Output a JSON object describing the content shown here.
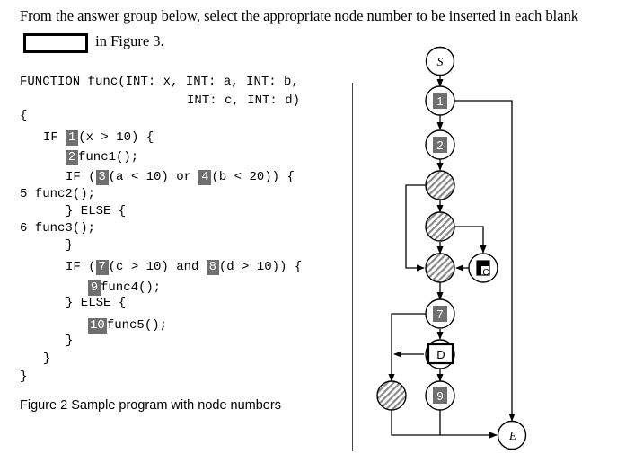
{
  "question": {
    "before": "From the answer group below, select the appropriate node number to be inserted in each blank",
    "after": "in Figure 3."
  },
  "code": {
    "l1": "FUNCTION func(INT: x, INT: a, INT: b,",
    "l2": "INT: c, INT: d)",
    "l3": "{",
    "l4_pre": "IF ",
    "l4_n": "1",
    "l4_post": "(x > 10) {",
    "l5_n": "2",
    "l5_post": "func1();",
    "l6_pre": "IF (",
    "l6_n1": "3",
    "l6_mid": "(a < 10) or ",
    "l6_n2": "4",
    "l6_post": "(b < 20)) {",
    "l7": "5 func2();",
    "l8": "} ELSE {",
    "l9": "6 func3();",
    "l10": "}",
    "l11_pre": "IF (",
    "l11_n1": "7",
    "l11_mid": "(c > 10) and ",
    "l11_n2": "8",
    "l11_post": "(d > 10)) {",
    "l12_n": "9",
    "l12_post": "func4();",
    "l13": "} ELSE {",
    "l14_n": "10",
    "l14_post": "func5();",
    "l15": "}",
    "l16": "}",
    "l17": "}"
  },
  "caption": "Figure 2  Sample program with node numbers",
  "flowchart": {
    "start": "S",
    "end": "E",
    "n1": "1",
    "n2": "2",
    "n7": "7",
    "n9": "9",
    "d_label": "D",
    "c_label": "C"
  }
}
